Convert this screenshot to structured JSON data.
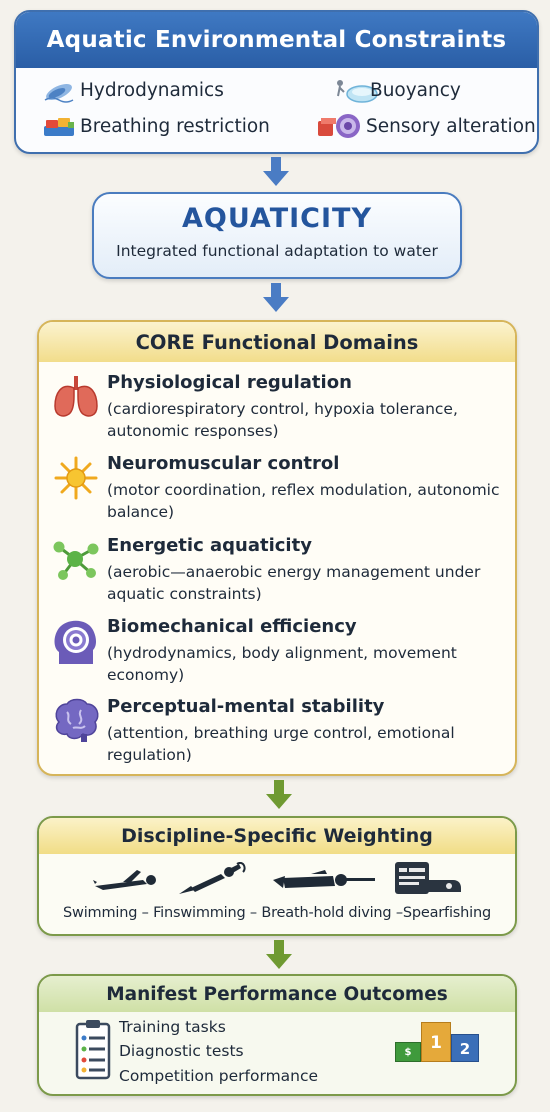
{
  "constraints": {
    "title": "Aquatic Environmental Constraints",
    "items": [
      {
        "label": "Hydrodynamics",
        "icon": "hydrodynamics-icon"
      },
      {
        "label": "Buoyancy",
        "icon": "buoyancy-icon"
      },
      {
        "label": "Breathing restriction",
        "icon": "breathing-restriction-icon"
      },
      {
        "label": "Sensory alteration",
        "icon": "sensory-alteration-icon"
      }
    ]
  },
  "aquaticity": {
    "title": "AQUATICITY",
    "subtitle": "Integrated functional adaptation to water"
  },
  "core": {
    "title": "CORE Functional Domains",
    "domains": [
      {
        "title": "Physiological regulation",
        "description": "(cardiorespiratory control, hypoxia tolerance, autonomic responses)",
        "icon": "lungs-icon"
      },
      {
        "title": "Neuromuscular control",
        "description": "(motor coordination, reflex modulation, autonomic balance)",
        "icon": "neuron-icon"
      },
      {
        "title": "Energetic aquaticity",
        "description": "(aerobic—anaerobic energy management under aquatic constraints)",
        "icon": "molecule-icon"
      },
      {
        "title": "Biomechanical efficiency",
        "description": "(hydrodynamics, body alignment, movement economy)",
        "icon": "head-target-icon"
      },
      {
        "title": "Perceptual-mental stability",
        "description": "(attention, breathing urge control, emotional regulation)",
        "icon": "brain-icon"
      }
    ]
  },
  "discipline": {
    "title": "Discipline-Specific Weighting",
    "line": "Swimming – Finswimming – Breath-hold diving –Spearfishing",
    "icons": [
      "swimmer-icon",
      "finswimmer-icon",
      "diver-icon",
      "spearfishing-equipment-icon"
    ]
  },
  "outcomes": {
    "title": "Manifest Performance Outcomes",
    "items": [
      "Training tasks",
      "Diagnostic tests",
      "Competition performance"
    ],
    "podium": {
      "first": "1",
      "second": "2",
      "third": "$"
    }
  },
  "colors": {
    "blue_header": "#2f68b1",
    "gold_border": "#d6b55a",
    "green_border": "#7c9a4a",
    "arrow_blue": "#4a7cc4",
    "arrow_green": "#6f9a32"
  }
}
